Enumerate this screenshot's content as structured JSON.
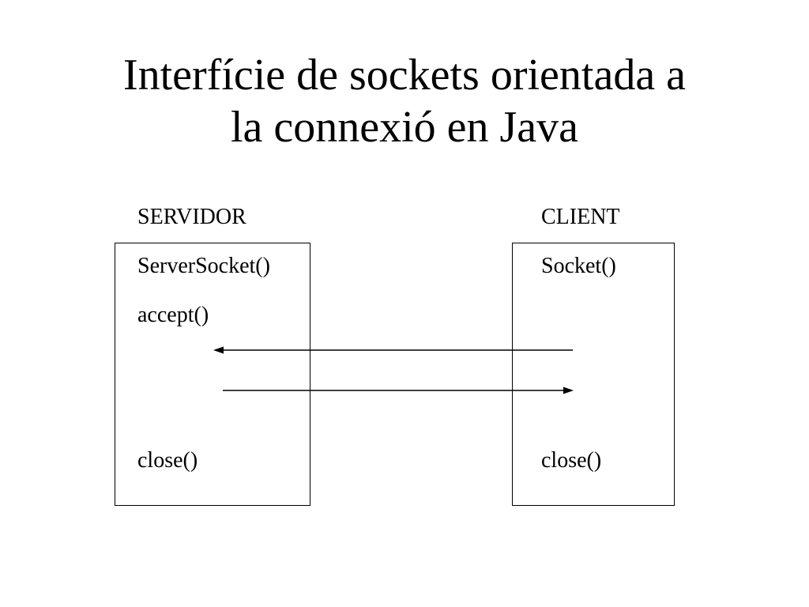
{
  "title": {
    "line1": "Interfície de sockets orientada a",
    "line2": "la connexió en Java"
  },
  "server": {
    "heading": "SERVIDOR",
    "calls": [
      "ServerSocket()",
      "accept()",
      "close()"
    ]
  },
  "client": {
    "heading": "CLIENT",
    "calls": [
      "Socket()",
      "close()"
    ]
  },
  "arrows": [
    {
      "from": "client",
      "to": "server"
    },
    {
      "from": "server",
      "to": "client"
    }
  ]
}
